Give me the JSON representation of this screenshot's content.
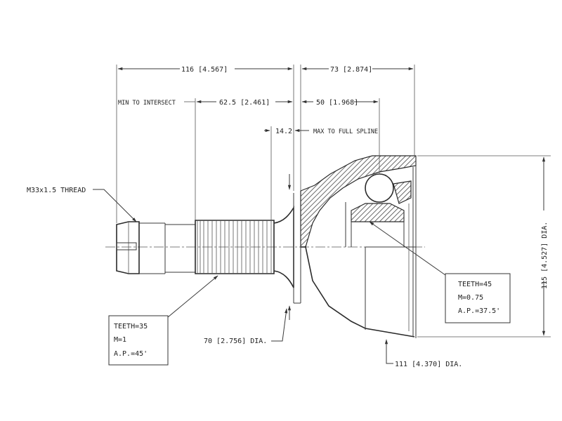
{
  "dimensions": {
    "overall_left": "116 [4.567]",
    "overall_right": "73 [2.874]",
    "min_to_intersect_label": "MIN TO INTERSECT",
    "intersect_dim": "62.5 [2.461]",
    "inner_dim": "50 [1.968]",
    "spline_dim": "14.2",
    "spline_label": "MAX TO FULL SPLINE",
    "diameter_outer": "115 [4.527] DIA.",
    "diameter_shaft": "70 [2.756] DIA.",
    "diameter_bell": "111 [4.370] DIA."
  },
  "thread_label": "M33x1.5 THREAD",
  "spec_left": {
    "teeth": "TEETH=35",
    "module": "M=1",
    "angle": "A.P.=45'"
  },
  "spec_right": {
    "teeth": "TEETH=45",
    "module": "M=0.75",
    "angle": "A.P.=37.5'"
  }
}
